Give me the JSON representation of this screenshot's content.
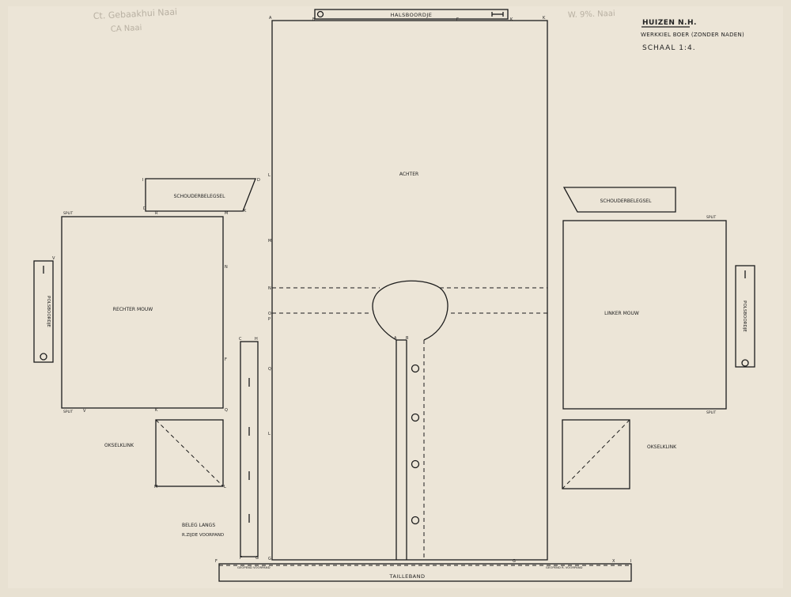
{
  "header": {
    "title": "HUIZEN N.H.",
    "subtitle": "WERKKIEL BOER (ZONDER NADEN)",
    "scale": "SCHAAL 1:4."
  },
  "faint_notes": {
    "left_line1": "Ct. Gebaakhui Naai",
    "left_line2": "CA Naai",
    "right": "W. 9%. Naai"
  },
  "pieces": {
    "halsboordje": "HALSBOORDJE",
    "achter": "ACHTER",
    "schouderbelegsel_left": "SCHOUDERBELEGSEL",
    "schouderbelegsel_right": "SCHOUDERBELEGSEL",
    "rechter_mouw": "RECHTER MOUW",
    "linker_mouw": "LINKER MOUW",
    "polsboordje_left": "POLSBOORDJE",
    "polsboordje_right": "POLSBOORDJE",
    "okselklink_left": "OKSELKLINK",
    "okselklink_right": "OKSELKLINK",
    "tailleband": "TAILLEBAND"
  },
  "notes": {
    "beleg_line1": "BELEG LANGS",
    "beleg_line2": "R.ZIJDE VOORPAND",
    "tailleband_small_left": "GEOPEND VOORPAND",
    "tailleband_small_right": "GEOPEND R. VOORPAND",
    "split": "SPLIT"
  },
  "letters": {
    "A": "A",
    "B": "B",
    "C": "C",
    "D": "D",
    "E": "E",
    "F": "F",
    "G": "G",
    "H": "H",
    "I": "I",
    "K": "K",
    "L": "L",
    "M": "M",
    "N": "N",
    "O": "O",
    "P": "P",
    "Q": "Q",
    "R": "R",
    "V": "V",
    "X": "X"
  }
}
